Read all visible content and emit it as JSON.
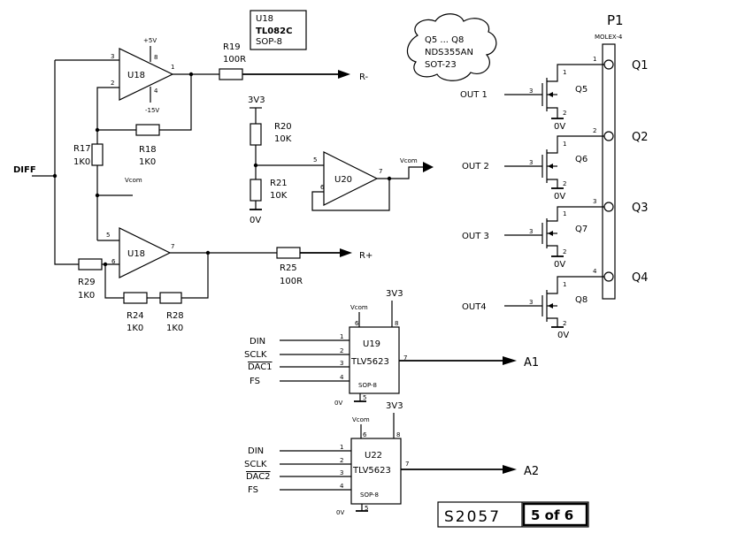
{
  "ic_note": {
    "ref": "U18",
    "part": "TL082C",
    "pkg": "SOP-8"
  },
  "transistor_note": {
    "line1": "Q5 ... Q8",
    "line2": "NDS355AN",
    "line3": "SOT-23"
  },
  "connector": {
    "ref": "P1",
    "part": "MOLEX-4",
    "outputs": [
      "Q1",
      "Q2",
      "Q3",
      "Q4"
    ],
    "pins": [
      "1",
      "2",
      "3",
      "4"
    ]
  },
  "input_label": "DIFF",
  "opamp_top": {
    "ref": "U18",
    "supply_pos": "+5V",
    "supply_neg": "-15V",
    "pin_a": "2",
    "pin_b": "3",
    "pin_out": "1",
    "pin_pwr": "8",
    "pin_gnd": "4"
  },
  "opamp_bottom": {
    "ref": "U18",
    "pin_pos": "5",
    "pin_neg": "6",
    "pin_out": "7"
  },
  "opamp_buffer": {
    "ref": "U20",
    "pin_pos": "5",
    "pin_neg": "6",
    "pin_out": "7",
    "out_label": "Vcom"
  },
  "resistors": {
    "r17": {
      "ref": "R17",
      "val": "1K0"
    },
    "r18": {
      "ref": "R18",
      "val": "1K0"
    },
    "r19": {
      "ref": "R19",
      "val": "100R"
    },
    "r20": {
      "ref": "R20",
      "val": "10K"
    },
    "r21": {
      "ref": "R21",
      "val": "10K"
    },
    "r24": {
      "ref": "R24",
      "val": "1K0"
    },
    "r25": {
      "ref": "R25",
      "val": "100R"
    },
    "r28": {
      "ref": "R28",
      "val": "1K0"
    },
    "r29": {
      "ref": "R29",
      "val": "1K0"
    }
  },
  "nets": {
    "r_minus": "R-",
    "r_plus": "R+",
    "vcom": "Vcom",
    "v33": "3V3",
    "gnd": "0V",
    "a1": "A1",
    "a2": "A2"
  },
  "transistors": [
    {
      "ref": "Q5",
      "input": "OUT 1"
    },
    {
      "ref": "Q6",
      "input": "OUT 2"
    },
    {
      "ref": "Q7",
      "input": "OUT 3"
    },
    {
      "ref": "Q8",
      "input": "OUT4"
    }
  ],
  "fet_pins": {
    "gate": "3",
    "drain": "1",
    "source": "2"
  },
  "dac1": {
    "ref": "U19",
    "part": "TLV5623",
    "pkg": "SOP-8",
    "pins_in": [
      "DIN",
      "SCLK",
      "DAC1",
      "FS"
    ],
    "pin_nums": [
      "1",
      "2",
      "3",
      "4"
    ],
    "pin_out": "7",
    "pin_gnd": "5",
    "pin_vcom": "6",
    "pin_vdd": "8"
  },
  "dac2": {
    "ref": "U22",
    "part": "TLV5623",
    "pkg": "SOP-8",
    "pins_in": [
      "DIN",
      "SCLK",
      "DAC2",
      "FS"
    ],
    "pin_nums": [
      "1",
      "2",
      "3",
      "4"
    ],
    "pin_out": "7",
    "pin_gnd": "5",
    "pin_vcom": "6",
    "pin_vdd": "8"
  },
  "title_block": {
    "drawing_no": "S2057",
    "sheet": "5 of 6"
  }
}
